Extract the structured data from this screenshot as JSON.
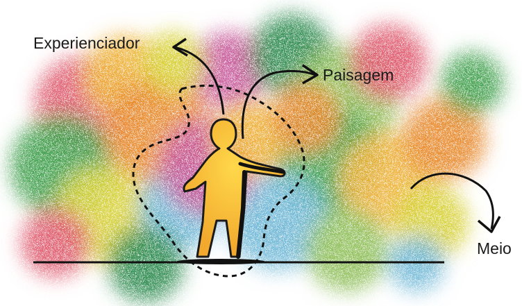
{
  "labels": {
    "experiencer": "Experienciador",
    "landscape": "Paisagem",
    "environment": "Meio"
  },
  "colors": {
    "ink": "#1a1a1a",
    "figure_fill": "#f2c12e",
    "ground": "#111111"
  },
  "palette": [
    "#e05a6d",
    "#3f9e4a",
    "#f0b23a",
    "#e98a2f",
    "#d8d23a",
    "#6fb7d6",
    "#c85a9a",
    "#2f8b4f",
    "#8fbf5a"
  ]
}
